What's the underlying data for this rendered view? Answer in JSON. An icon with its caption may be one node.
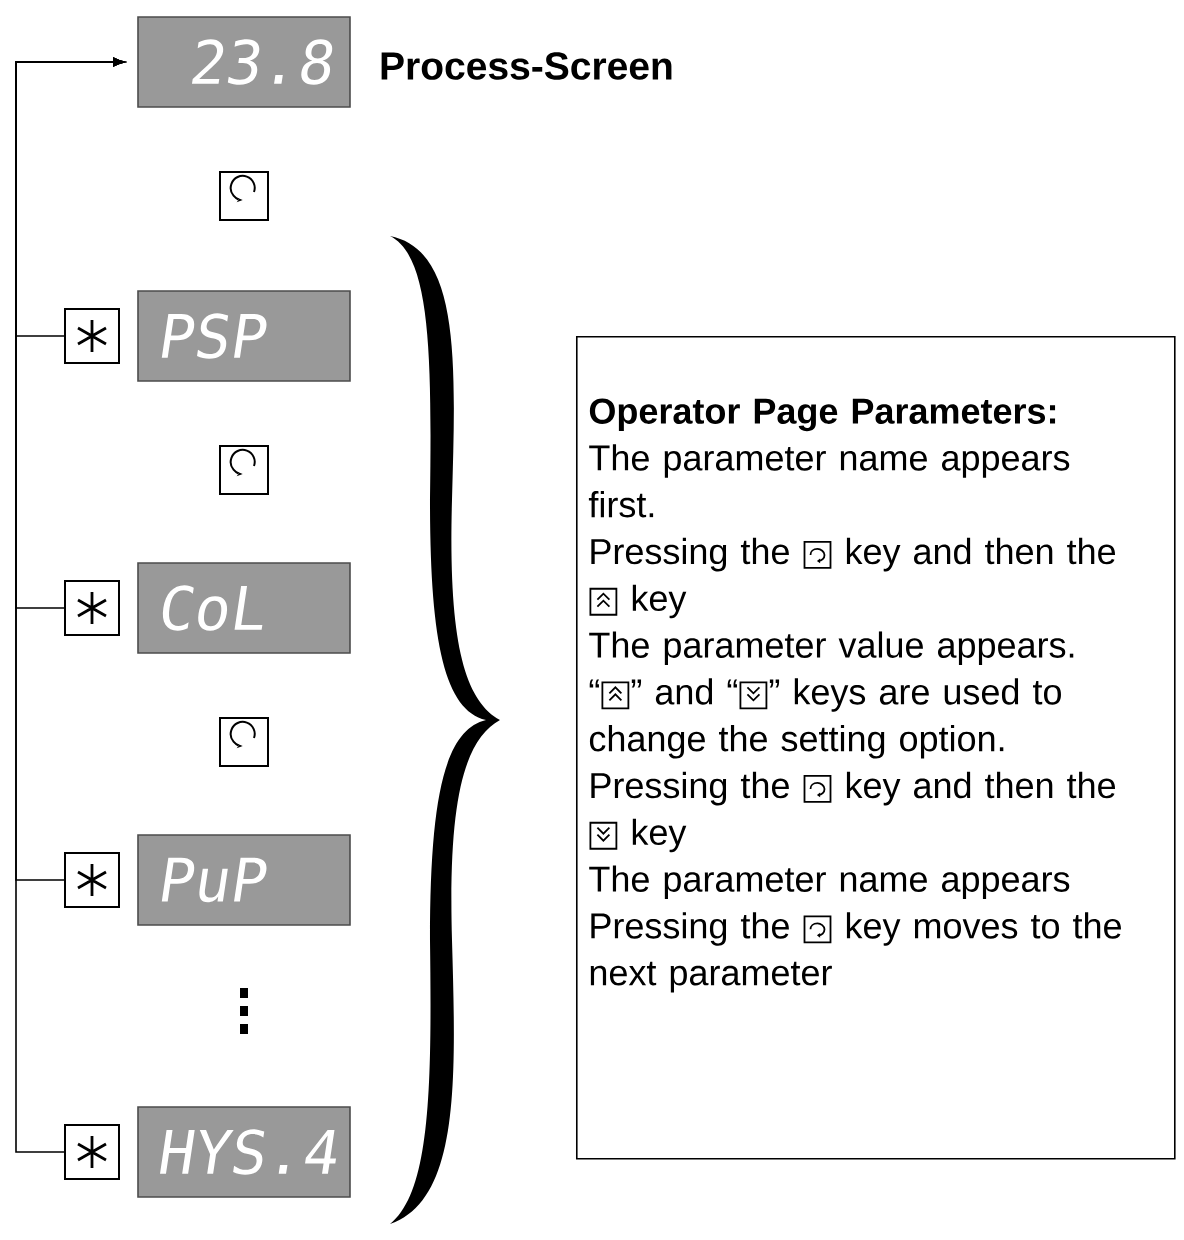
{
  "diagram": {
    "nodes": [
      {
        "text": [
          "23.8"
        ],
        "beside": [
          "Process-Screen"
        ]
      },
      {
        "text": [],
        "shape": "box"
      },
      {
        "text": [
          "PSP"
        ]
      },
      {
        "text": [],
        "shape": "box"
      },
      {
        "text": [
          "CoL"
        ]
      },
      {
        "text": [],
        "shape": "box"
      },
      {
        "text": [
          "PuP"
        ]
      },
      {
        "text": [],
        "shape": "box"
      },
      {
        "text": [
          "HYS.4"
        ]
      },
      {
        "text": [
          "Operator Page Parameters:",
          "The parameter name appears first.",
          "Pressing the",
          "key and then the",
          "key",
          "The parameter value appears.",
          "“",
          "” and “",
          "” keys are used to change the setting option.",
          "Pressing the",
          "key and then the",
          "key",
          "The parameter name appears",
          "Pressing the",
          "key moves to the next parameter"
        ]
      }
    ],
    "edges": [
      {
        "from": 1,
        "to": 0,
        "arrow": "to"
      },
      {
        "from": 3,
        "to": 0,
        "arrow": "to"
      },
      {
        "from": 5,
        "to": 0,
        "arrow": "to"
      },
      {
        "from": 7,
        "to": 0,
        "arrow": "to"
      }
    ]
  }
}
